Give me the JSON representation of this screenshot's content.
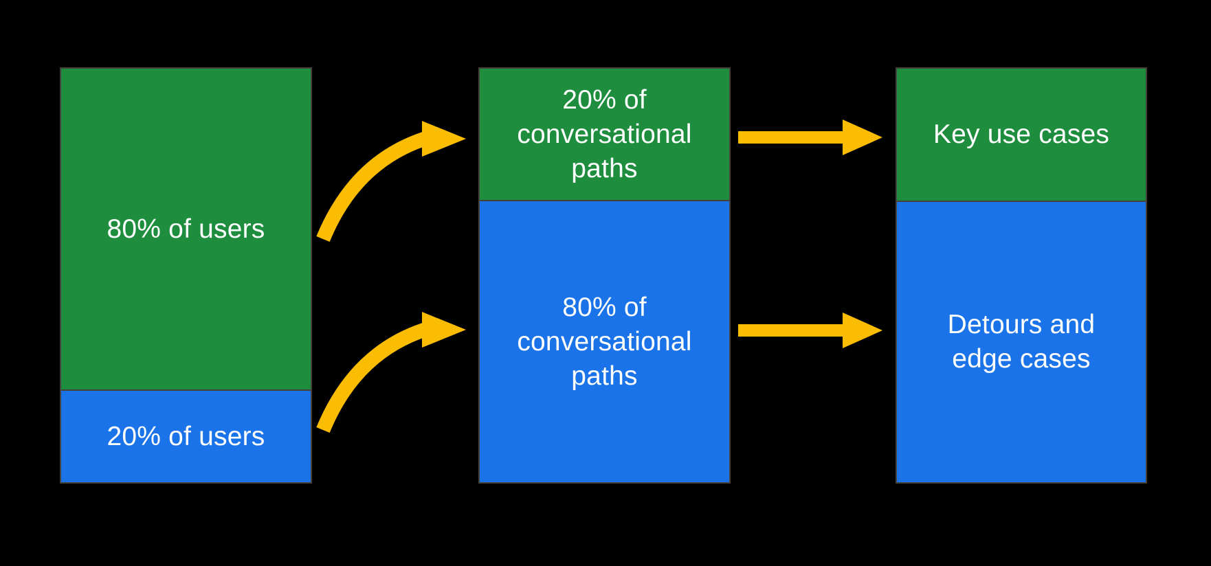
{
  "colors": {
    "background": "#000000",
    "segment_green": "#1e8e3e",
    "segment_blue": "#1a73e8",
    "arrow_yellow": "#fbbc04",
    "outline_gray": "#45413b",
    "label_text": "#ffffff"
  },
  "diagram": {
    "columns": [
      {
        "name": "users",
        "segments": [
          {
            "color": "green",
            "share": "80%",
            "label": "80% of users"
          },
          {
            "color": "blue",
            "share": "20%",
            "label": "20% of users"
          }
        ]
      },
      {
        "name": "conversational-paths",
        "segments": [
          {
            "color": "green",
            "share": "20%",
            "label": "20% of conversational paths"
          },
          {
            "color": "blue",
            "share": "80%",
            "label": "80% of conversational paths"
          }
        ]
      },
      {
        "name": "outcomes",
        "segments": [
          {
            "color": "green",
            "label": "Key use cases"
          },
          {
            "color": "blue",
            "label": "Detours and edge cases"
          }
        ]
      }
    ],
    "arrows": [
      {
        "style": "curved",
        "color": "#fbbc04",
        "from": "80% of users",
        "to": "20% of conversational paths"
      },
      {
        "style": "curved",
        "color": "#fbbc04",
        "from": "20% of users",
        "to": "80% of conversational paths"
      },
      {
        "style": "straight",
        "color": "#fbbc04",
        "from": "20% of conversational paths",
        "to": "Key use cases"
      },
      {
        "style": "straight",
        "color": "#fbbc04",
        "from": "80% of conversational paths",
        "to": "Detours and edge cases"
      }
    ]
  }
}
